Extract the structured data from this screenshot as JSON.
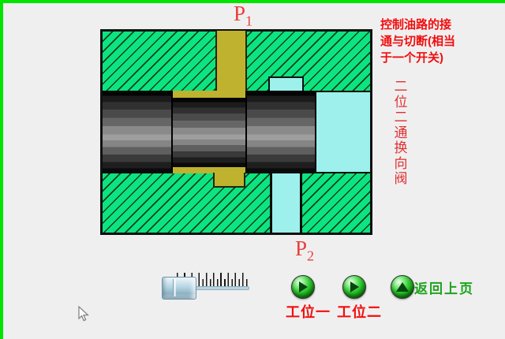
{
  "labels": {
    "p1_base": "P",
    "p1_sub": "1",
    "p2_base": "P",
    "p2_sub": "2"
  },
  "annotation": {
    "lines": [
      "控制油路的接",
      "通与切断(相当",
      "于一个开关)"
    ]
  },
  "vertical_title": {
    "chars": [
      "二",
      "位",
      "二",
      "通",
      "换",
      "向",
      "阀"
    ]
  },
  "buttons": {
    "workstation1": "工位一",
    "workstation2": "工位二",
    "back": "返回上页"
  },
  "controls": {
    "slider": {
      "tick_count": 20,
      "thumb_position": "left"
    }
  },
  "icons": {
    "workstation1": "play-icon",
    "workstation2": "play-icon",
    "back": "up-arrow-icon"
  },
  "colors": {
    "frame_green": "#00e400",
    "body_green": "#0ce57f",
    "hatch_line": "#0e3d26",
    "oil_yellow": "#bfb22f",
    "passage_cyan": "#9df0ec",
    "annotation_red": "#f20d0d",
    "port_label_red": "#e8403a",
    "back_label_green": "#1ca41c",
    "background": "#f0eff0"
  }
}
